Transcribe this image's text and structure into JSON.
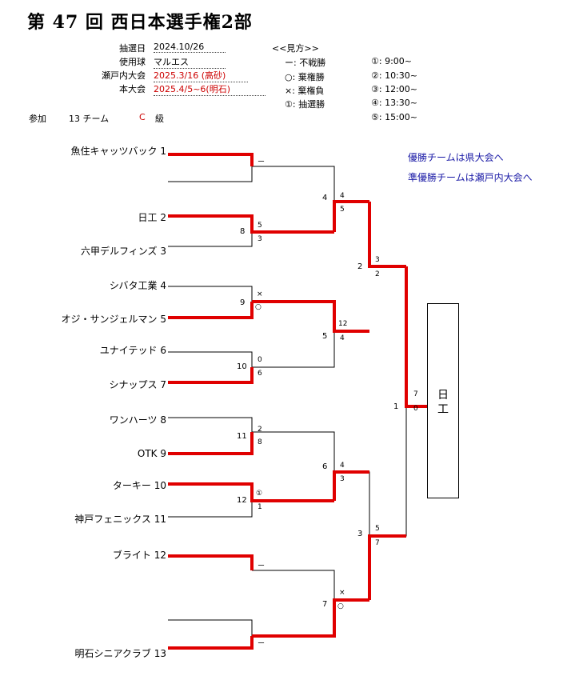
{
  "title": "第 47 回 西日本選手権2部",
  "info": [
    {
      "label": "抽選日",
      "colon": ":",
      "value": "2024.10/26",
      "color": "#000000"
    },
    {
      "label": "使用球",
      "colon": ":",
      "value": "マルエス",
      "color": "#000000"
    },
    {
      "label": "瀬戸内大会",
      "colon": ":",
      "value": "2025.3/16 (高砂)",
      "color": "#cc0000"
    },
    {
      "label": "本大会",
      "colon": ":",
      "value": "2025.4/5~6(明石)",
      "color": "#cc0000"
    }
  ],
  "participation": {
    "label": "参加",
    "teams": "13 チーム",
    "class_letter": "C",
    "class_suffix": "級"
  },
  "legend": {
    "heading": "<<見方>>",
    "symbols": [
      "ー: 不戦勝",
      "○: 棄権勝",
      "×: 棄権負",
      "①: 抽選勝"
    ],
    "times": [
      "①: 9:00~",
      "②: 10:30~",
      "③: 12:00~",
      "④: 13:30~",
      "⑤: 15:00~"
    ]
  },
  "notes": [
    "優勝チームは県大会へ",
    "準優勝チームは瀬戸内大会へ"
  ],
  "teams": [
    "魚住キャッツバック 1",
    "日工 2",
    "六甲デルフィンズ 3",
    "シバタ工業 4",
    "オジ・サンジェルマン 5",
    "ユナイテッド 6",
    "シナップス 7",
    "ワンハーツ 8",
    "OTK 9",
    "ターキー 10",
    "神戸フェニックス 11",
    "ブライト 12",
    "明石シニアクラブ 13"
  ],
  "match_numbers": {
    "r1": [
      "8",
      "9",
      "10",
      "11",
      "12"
    ],
    "r2": [
      "4",
      "5",
      "6",
      "7"
    ],
    "r3": [
      "2",
      "3"
    ],
    "final": "1"
  },
  "scores": {
    "r1": [
      [
        "5",
        "3"
      ],
      [
        "×",
        "○"
      ],
      [
        "0",
        "6"
      ],
      [
        "2",
        "8"
      ],
      [
        "①",
        "1"
      ]
    ],
    "byes": [
      "ー",
      "ー"
    ],
    "r2": [
      [
        "4",
        "5"
      ],
      [
        "12",
        "4"
      ],
      [
        "4",
        "3"
      ],
      [
        "5",
        "7"
      ],
      [
        "×",
        "○"
      ]
    ],
    "r3": [
      [
        "3",
        "2"
      ]
    ],
    "final": [
      "7",
      "0"
    ]
  },
  "champion": "日工",
  "colors": {
    "win_line": "#e00000",
    "line": "#000000",
    "note": "#1a1aa6"
  }
}
